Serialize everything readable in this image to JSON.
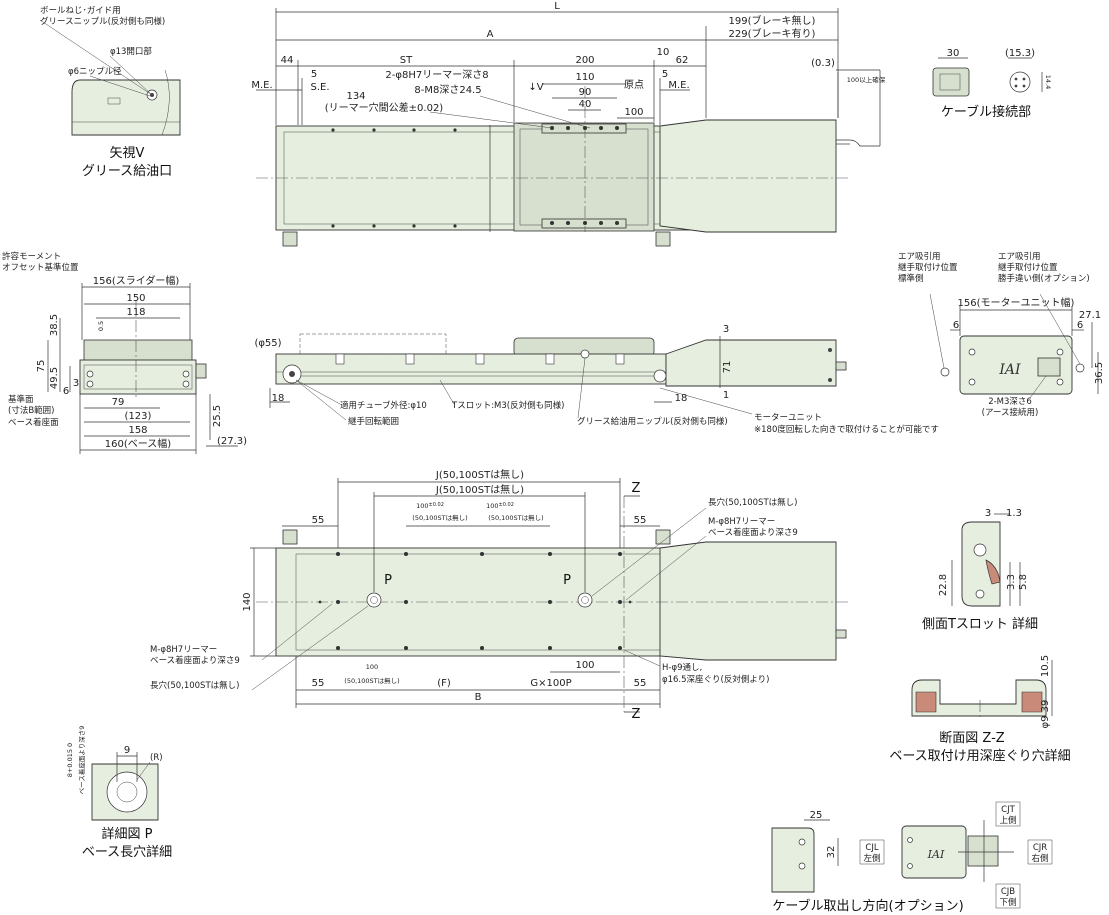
{
  "top_view": {
    "grease_label": "ボールねじ･ガイド用\nグリースニップル(反対側も同様)",
    "open_dia": "φ13開口部",
    "nipple_dia": "φ6ニップル径",
    "view_caption_1": "矢視V",
    "view_caption_2": "グリース給油口",
    "L": "L",
    "A": "A",
    "brake_none": "199(ブレーキ無し)",
    "brake_with": "229(ブレーキ有り)",
    "d44": "44",
    "ST": "ST",
    "d200": "200",
    "d10": "10",
    "d62": "62",
    "d03": "(0.3)",
    "d5a": "5",
    "d5b": "5",
    "ME_left": "M.E.",
    "SE": "S.E.",
    "ME_right": "M.E.",
    "origin": "原点",
    "d110": "110",
    "d90": "90",
    "d40": "40",
    "d100": "100",
    "reamer": "2-φ8H7リーマー深さ8",
    "view_v": "↓V",
    "m8": "8-M8深さ24.5",
    "d134": "134",
    "reamer_tol": "(リーマー穴間公差±0.02)",
    "cable_gap": "100以上確保"
  },
  "cable_conn": {
    "d30": "30",
    "d153": "(15.3)",
    "d144": "14.4",
    "caption": "ケーブル接続部"
  },
  "end_view": {
    "moment_1": "許容モーメント",
    "moment_2": "オフセット基準位置",
    "slider_w": "156(スライダー幅)",
    "d150": "150",
    "d118": "118",
    "d385": "38.5",
    "d05": "0.5",
    "d75": "75",
    "d495": "49.5",
    "d6": "6",
    "d3": "3",
    "d79": "79",
    "d123": "(123)",
    "d158": "158",
    "base_w": "160(ベース幅)",
    "d255": "25.5",
    "d273": "(27.3)",
    "ref_1": "基準面",
    "ref_2": "(寸法B範囲)",
    "base_face": "ベース着座面"
  },
  "side_view": {
    "d55": "(φ55)",
    "d18a": "18",
    "d18b": "18",
    "d3": "3",
    "d71": "71",
    "d1": "1",
    "tube": "適用チューブ外径:φ10",
    "tslot": "Tスロット:M3(反対側も同様)",
    "joint_range": "継手回転範囲",
    "grease": "グリース給油用ニップル(反対側も同様)",
    "motor": "モーターユニット",
    "motor_note": "※180度回転した向きで取付けることが可能です"
  },
  "motor_end": {
    "air_std_1": "エア吸引用",
    "air_std_2": "継手取付け位置",
    "air_std_3": "標準側",
    "air_opt_1": "エア吸引用",
    "air_opt_2": "継手取付け位置",
    "air_opt_3": "勝手違い側(オプション)",
    "width": "156(モーターユニット幅)",
    "d6a": "6",
    "d6b": "6",
    "d271": "27.1",
    "d365": "36.5",
    "m3_1": "2-M3深さ6",
    "m3_2": "(アース接続用)",
    "logo": "IAI"
  },
  "bottom_view": {
    "J1": "J(50,100STは無し)",
    "J2": "J(50,100STは無し)",
    "Z1": "Z",
    "Z2": "Z",
    "d55a": "55",
    "d55b": "55",
    "d55c": "55",
    "d55d": "55",
    "d100tol_a": "100",
    "d100tol_b": "100",
    "tol": "±0.02",
    "no50_a": "(50,100STは無し)",
    "no50_b": "(50,100STは無し)",
    "slot_r": "長穴(50,100STは無し)",
    "reamer_r1": "M-φ8H7リーマー",
    "reamer_r2": "ベース着座面より深さ9",
    "d140": "140",
    "P1": "P",
    "P2": "P",
    "reamer_l1": "M-φ8H7リーマー",
    "reamer_l2": "ベース着座面より深さ9",
    "slot_l": "長穴(50,100STは無し)",
    "d100": "100",
    "no50_c": "(50,100STは無し)",
    "F": "(F)",
    "GxP": "G×100P",
    "d100b": "100",
    "B": "B",
    "hole_1": "H-φ9通し,",
    "hole_2": "φ16.5深座ぐり(反対側より)"
  },
  "detail_p": {
    "d9": "9",
    "tol": "8+0.015 0",
    "depth": "ベース着座面より深さ9",
    "R": "(R)",
    "cap_1": "詳細図 P",
    "cap_2": "ベース長穴詳細"
  },
  "tslot_detail": {
    "d3": "3",
    "d13": "1.3",
    "d228": "22.8",
    "d33": "3.3",
    "d58": "5.8",
    "caption": "側面Tスロット 詳細"
  },
  "section_zz": {
    "d105": "10.5",
    "d39": "39",
    "d9": "φ9",
    "cap_1": "断面図 Z-Z",
    "cap_2": "ベース取付け用深座ぐり穴詳細"
  },
  "cable_dir": {
    "d25": "25",
    "d32": "32",
    "CJT": "CJT",
    "CJT_side": "上側",
    "CJL": "CJL",
    "CJL_side": "左側",
    "CJR": "CJR",
    "CJR_side": "右側",
    "CJB": "CJB",
    "CJB_side": "下側",
    "caption": "ケーブル取出し方向(オプション)"
  }
}
